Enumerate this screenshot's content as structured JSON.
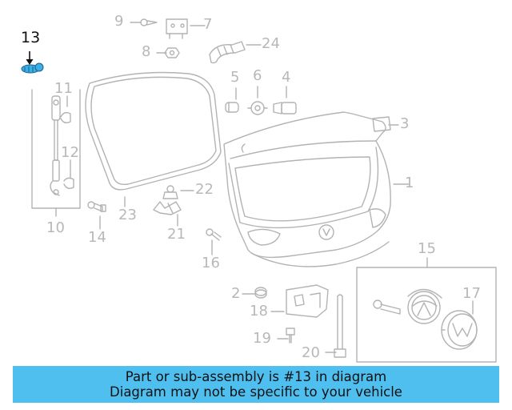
{
  "highlighted_part": "13",
  "callouts": {
    "c1": "1",
    "c2": "2",
    "c3": "3",
    "c4": "4",
    "c5": "5",
    "c6": "6",
    "c7": "7",
    "c8": "8",
    "c9": "9",
    "c10": "10",
    "c11": "11",
    "c12": "12",
    "c13": "13",
    "c14": "14",
    "c15": "15",
    "c16": "16",
    "c17": "17",
    "c18": "18",
    "c19": "19",
    "c20": "20",
    "c21": "21",
    "c22": "22",
    "c23": "23",
    "c24": "24"
  },
  "banner": {
    "line1": "Part or sub-assembly is #13 in diagram",
    "line2": "Diagram may not be specific to your vehicle"
  },
  "colors": {
    "line": "#b3b3b3",
    "highlight": "#3ab0e8",
    "banner": "#4fbff0"
  }
}
